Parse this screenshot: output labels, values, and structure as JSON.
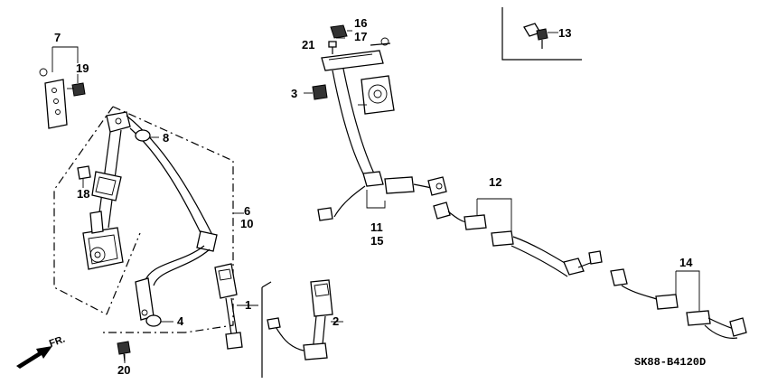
{
  "callouts": {
    "c1": "1",
    "c2": "2",
    "c3": "3",
    "c4": "4",
    "c6": "6",
    "c7": "7",
    "c8": "8",
    "c10": "10",
    "c11": "11",
    "c12": "12",
    "c13": "13",
    "c14": "14",
    "c15": "15",
    "c16": "16",
    "c17": "17",
    "c18": "18",
    "c19": "19",
    "c20": "20",
    "c21": "21"
  },
  "direction_label": "FR.",
  "diagram_code": "SK88-B4120D"
}
